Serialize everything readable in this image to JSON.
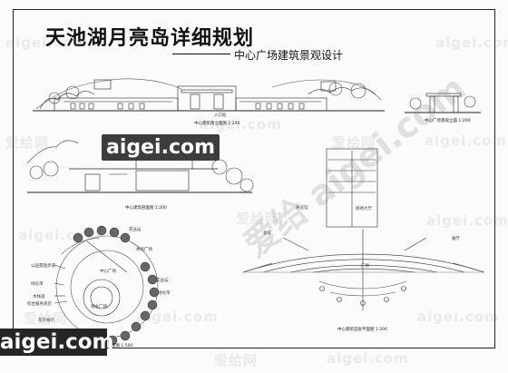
{
  "sheet": {
    "title": "天池湖月亮岛详细规划",
    "subtitle": "中心广场建筑景观设计"
  },
  "captions": {
    "front_elevation": "中心建筑南立面图  1:200",
    "side_elevation": "中心广场景观立面  1:200",
    "section": "中心建筑剖面图  1:200",
    "plan": "中心建筑首层平面图  1:200",
    "site_plan": "中心广场总平面图  1:500"
  },
  "elevation_note": "入口处",
  "site_labels": [
    "花丛坛",
    "公园景观步道",
    "绿化带",
    "木栈道",
    "综合服务商店",
    "中心广场",
    "喷水广场",
    "花丛坛",
    "绿化带",
    "休闲广场",
    "花卉展示"
  ],
  "plan_labels": [
    "展览馆",
    "接待大厅",
    "会议",
    "展厅",
    "广场"
  ],
  "watermarks": {
    "text": "aigei.com",
    "cn": "爱给网",
    "big": "爱给 aigei.com"
  },
  "logos": {
    "mid": "aigei.com",
    "corner": "aigei.com"
  },
  "colors": {
    "ink": "#111111",
    "paper": "#fbfbfb"
  }
}
